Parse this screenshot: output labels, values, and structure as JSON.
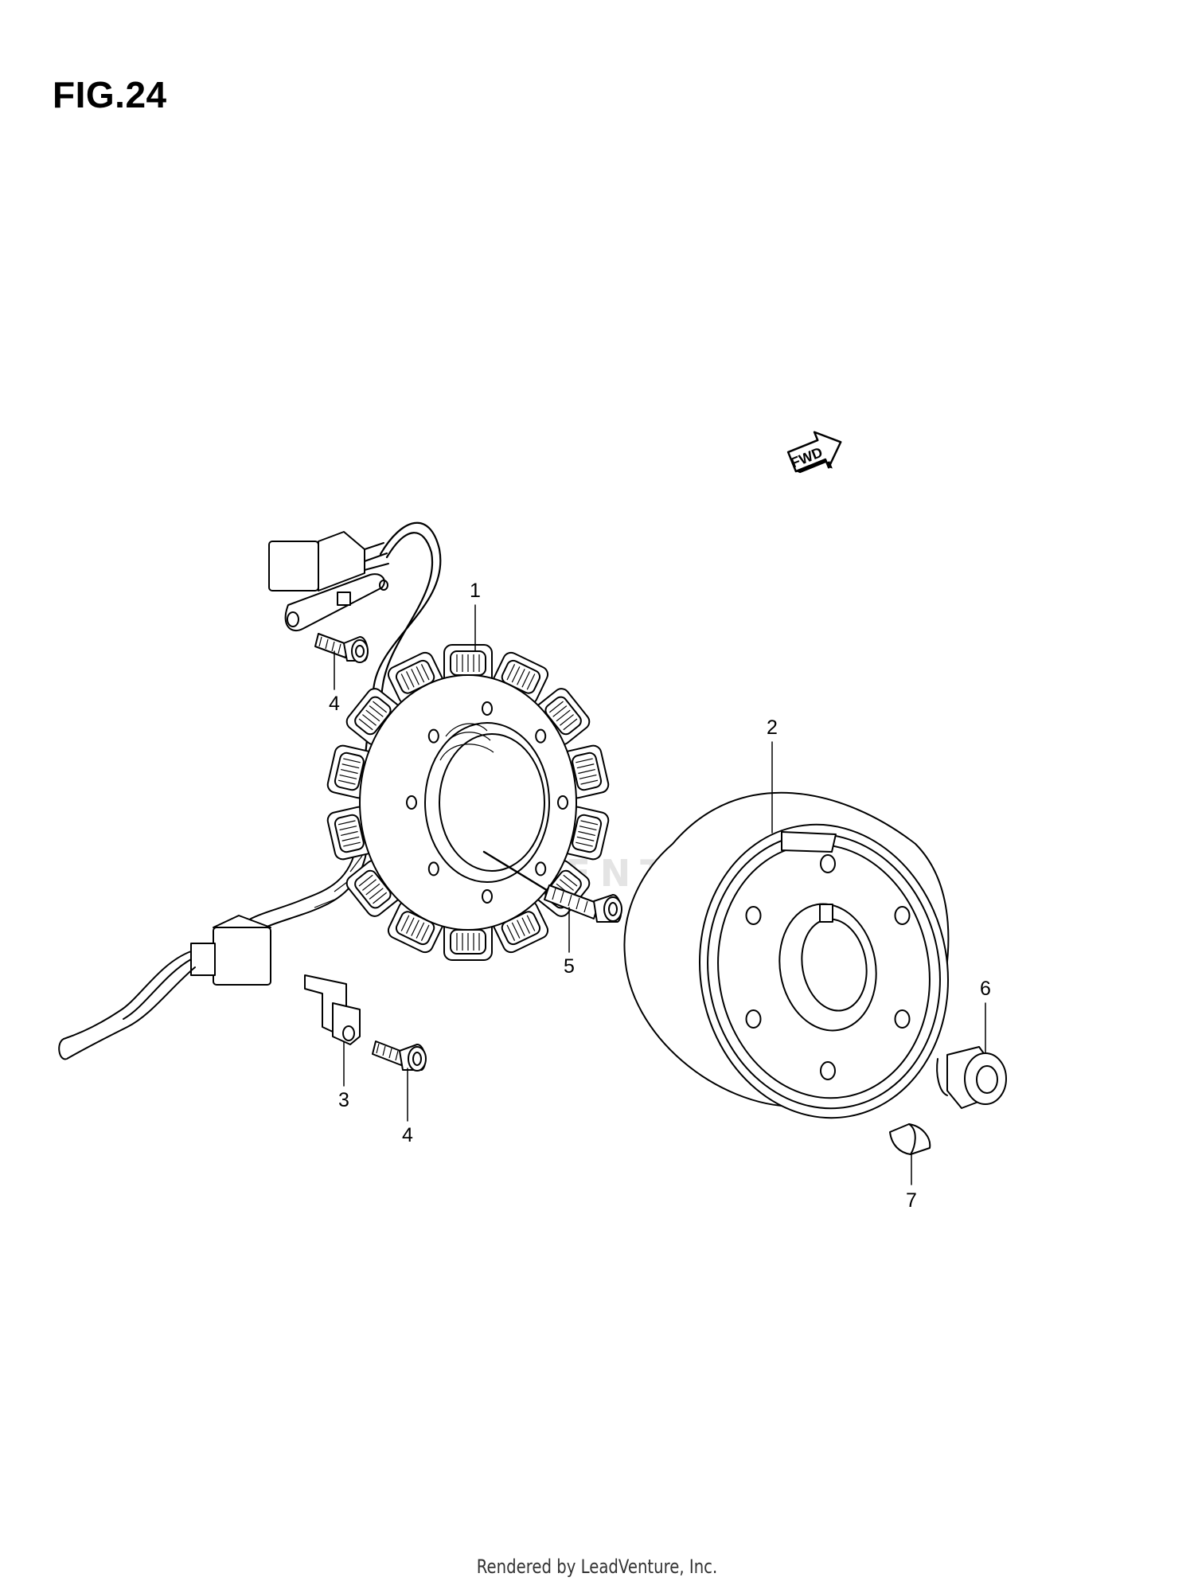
{
  "figure": {
    "title": "FIG.24"
  },
  "direction_marker": {
    "label": "FWD",
    "icon": "fwd-arrow-icon"
  },
  "watermark": {
    "text": "ADVENTURE"
  },
  "callouts": [
    {
      "number": "1",
      "part": "stator"
    },
    {
      "number": "2",
      "part": "rotor"
    },
    {
      "number": "3",
      "part": "bracket"
    },
    {
      "number": "4",
      "part": "bolt"
    },
    {
      "number": "4",
      "part": "bolt"
    },
    {
      "number": "5",
      "part": "bolt"
    },
    {
      "number": "6",
      "part": "nut"
    },
    {
      "number": "7",
      "part": "key"
    }
  ],
  "footer": {
    "credit": "Rendered by LeadVenture, Inc."
  }
}
